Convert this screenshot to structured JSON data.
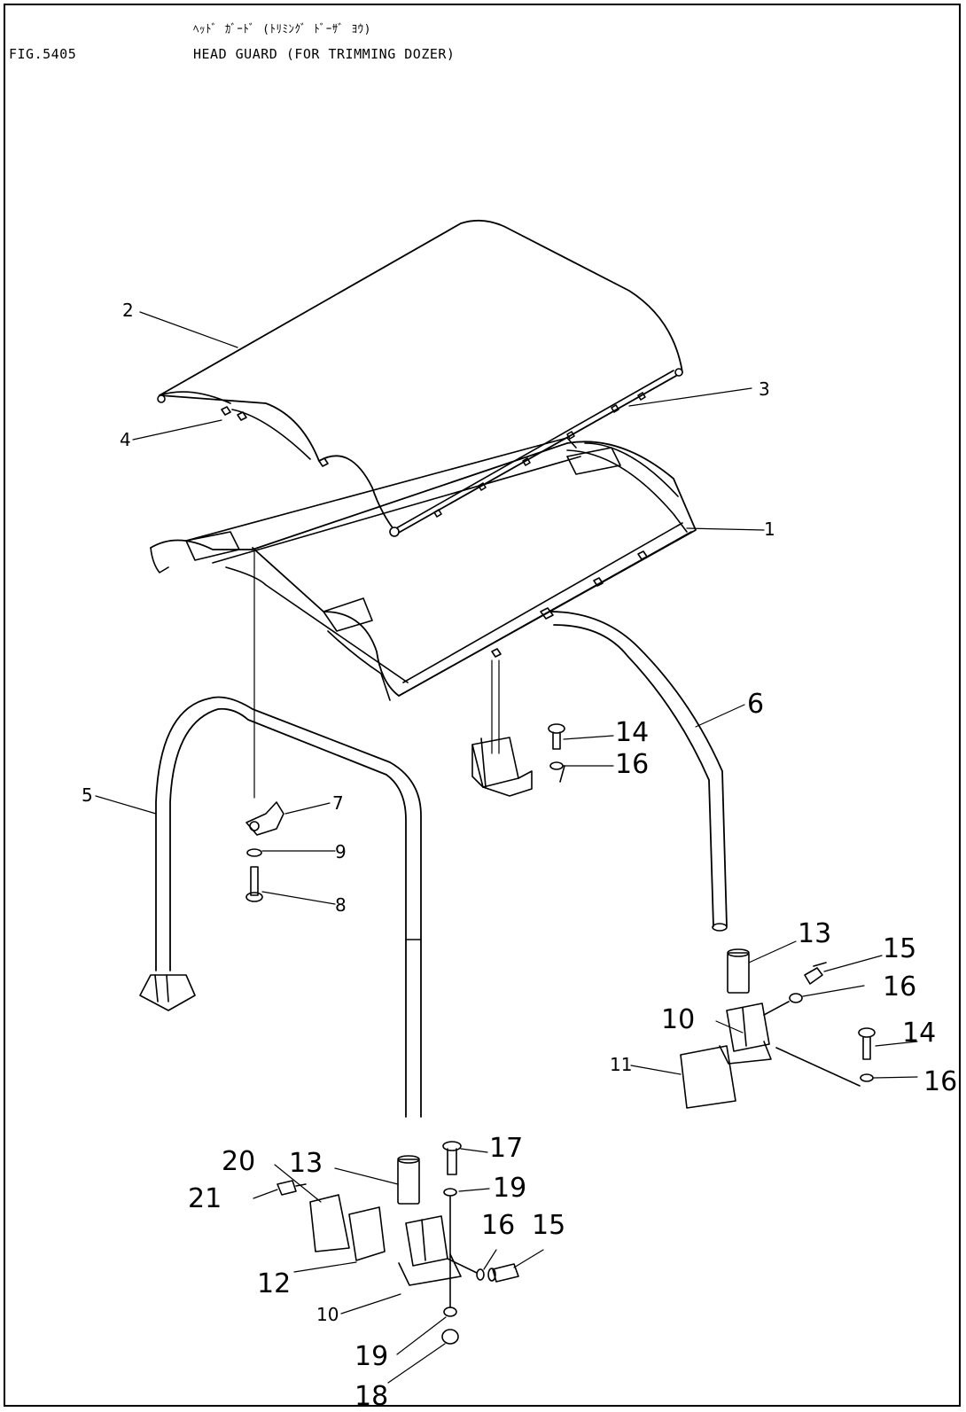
{
  "header": {
    "fig_number": "FIG.5405",
    "japanese_title": "ﾍｯﾄﾞ ｶﾞｰﾄﾞ (ﾄﾘﾐﾝｸﾞ ﾄﾞｰｻﾞ ﾖｳ)",
    "title": "HEAD GUARD (FOR TRIMMING DOZER)"
  },
  "callouts": [
    {
      "id": "c1",
      "text": "1"
    },
    {
      "id": "c2",
      "text": "2"
    },
    {
      "id": "c3",
      "text": "3"
    },
    {
      "id": "c4",
      "text": "4"
    },
    {
      "id": "c5",
      "text": "5"
    },
    {
      "id": "c6",
      "text": "6"
    },
    {
      "id": "c7",
      "text": "7"
    },
    {
      "id": "c8",
      "text": "8"
    },
    {
      "id": "c9",
      "text": "9"
    },
    {
      "id": "c10a",
      "text": "10"
    },
    {
      "id": "c10b",
      "text": "10"
    },
    {
      "id": "c11",
      "text": "11"
    },
    {
      "id": "c12",
      "text": "12"
    },
    {
      "id": "c13a",
      "text": "13"
    },
    {
      "id": "c13b",
      "text": "13"
    },
    {
      "id": "c14a",
      "text": "14"
    },
    {
      "id": "c14b",
      "text": "14"
    },
    {
      "id": "c15a",
      "text": "15"
    },
    {
      "id": "c15b",
      "text": "15"
    },
    {
      "id": "c16a",
      "text": "16"
    },
    {
      "id": "c16b",
      "text": "16"
    },
    {
      "id": "c16c",
      "text": "16"
    },
    {
      "id": "c16d",
      "text": "16"
    },
    {
      "id": "c17",
      "text": "17"
    },
    {
      "id": "c18",
      "text": "18"
    },
    {
      "id": "c19a",
      "text": "19"
    },
    {
      "id": "c19b",
      "text": "19"
    },
    {
      "id": "c20",
      "text": "20"
    },
    {
      "id": "c21",
      "text": "21"
    }
  ]
}
